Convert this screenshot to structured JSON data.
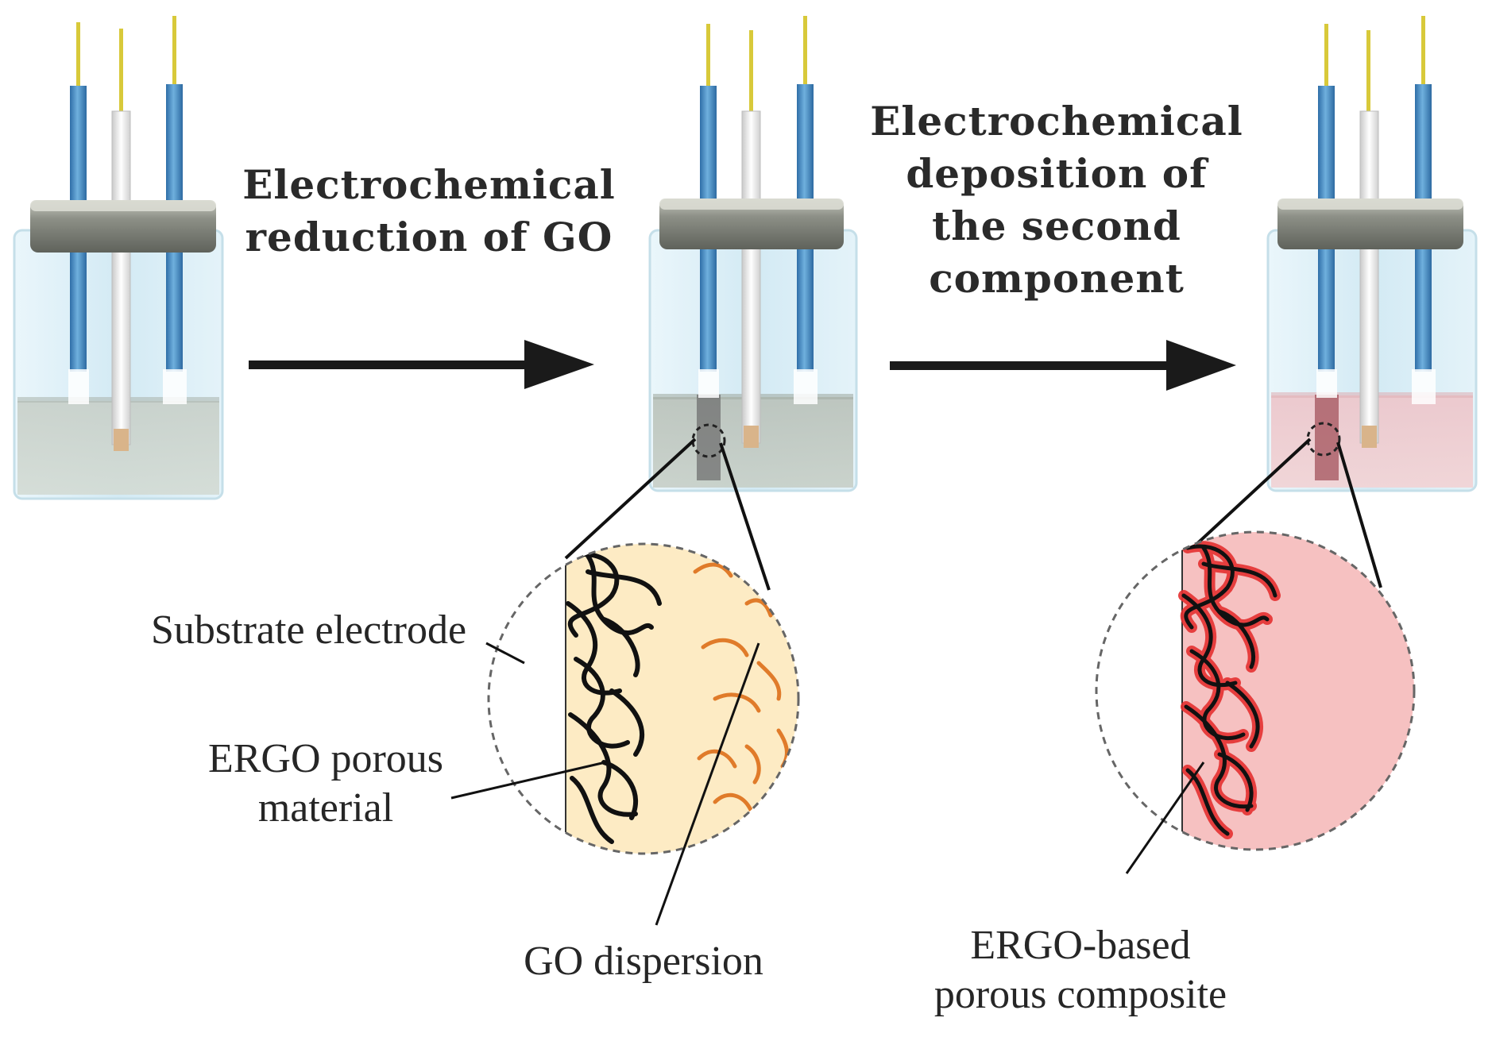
{
  "steps": [
    {
      "line1": "Electrochemical",
      "line2": "reduction of GO"
    },
    {
      "line1": "Electrochemical",
      "line2": "deposition of",
      "line3": "the second",
      "line4": "component"
    }
  ],
  "labels": {
    "substrate_electrode": "Substrate electrode",
    "ergo_porous_1": "ERGO porous",
    "ergo_porous_2": "material",
    "go_dispersion": "GO dispersion",
    "composite_1": "ERGO-based",
    "composite_2": "porous composite"
  },
  "colors": {
    "text": "#2a2a2a",
    "arrow": "#1a1a1a",
    "cell_glass": "#d6ecf5",
    "cap": "#7f8279",
    "working_electrode": "#4f93c9",
    "reference_electrode": "#e6e6e6",
    "lead_wire": "#d8c93a",
    "go_dispersion_fill": "#fdebc4",
    "go_flake": "#e07b2a",
    "composite_fill": "#f6c1c1",
    "composite_flake": "#e53030",
    "ergo_network": "#111111"
  }
}
